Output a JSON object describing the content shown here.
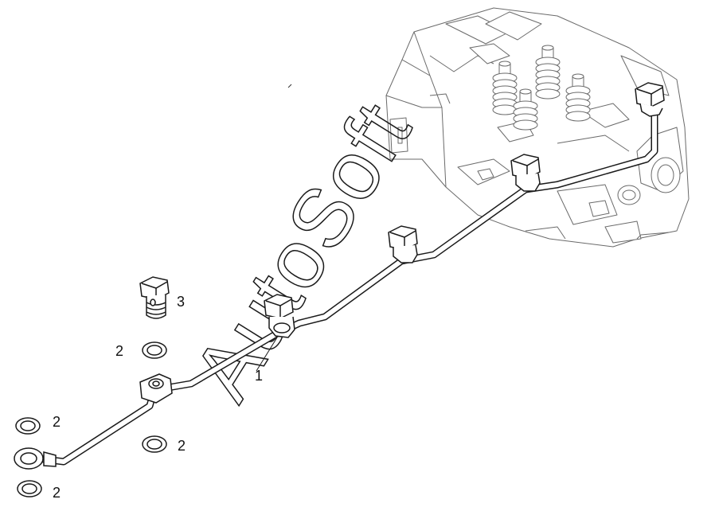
{
  "top_mark": "",
  "watermark": "AutoSoft",
  "callouts": {
    "pipe": "1",
    "washer_upper": "2",
    "washer_top_left": "2",
    "washer_bottom_left": "2",
    "washer_middle": "2",
    "banjo_bolt": "3"
  },
  "colors": {
    "line": "#1a1a1a",
    "fill": "#ffffff",
    "head_line": "#666666"
  }
}
